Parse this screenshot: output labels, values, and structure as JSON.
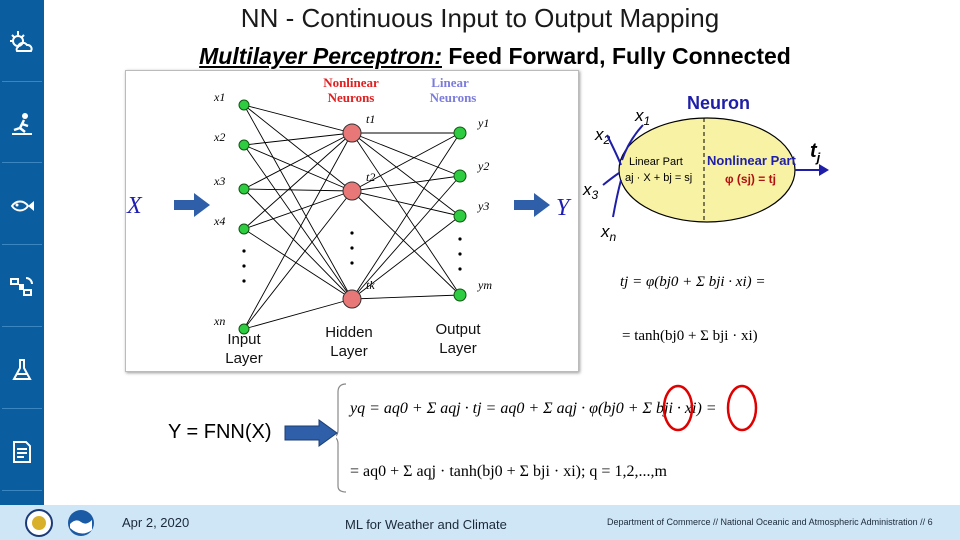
{
  "slide": {
    "title": "NN - Continuous Input to Output Mapping",
    "subtitle_part1": "Multilayer Perceptron:",
    "subtitle_part2": " Feed Forward, Fully Connected"
  },
  "sidebar": {
    "icons": [
      "sun-cloud-icon",
      "person-activity-icon",
      "fish-icon",
      "satellite-icon",
      "flask-icon",
      "document-icon"
    ]
  },
  "network": {
    "header_nonlinear": [
      "Nonlinear",
      "Neurons"
    ],
    "header_linear": [
      "Linear",
      "Neurons"
    ],
    "input_labels": [
      "x1",
      "x2",
      "x3",
      "x4",
      "xn"
    ],
    "hidden_labels": [
      "t1",
      "t2",
      "tk"
    ],
    "output_labels": [
      "y1",
      "y2",
      "y3",
      "ym"
    ],
    "input_layer_label": "Input\nLayer",
    "hidden_layer_label": "Hidden\nLayer",
    "output_layer_label": "Output\nLayer",
    "left_symbol": "X",
    "right_symbol": "Y",
    "colors": {
      "input_node": "#2ecc40",
      "hidden_node": "#e87878",
      "output_node": "#2ecc40",
      "arrow": "#2e5fa8",
      "header": "#e02020",
      "header_linear": "#7b7bdc"
    }
  },
  "neuron": {
    "title": "Neuron",
    "inputs": [
      "x1",
      "x2",
      "x3",
      "xn"
    ],
    "linear_title": "Linear Part",
    "linear_formula": "aj · X + bj = sj",
    "nonlinear_title": "Nonlinear Part",
    "nonlinear_formula": "φ (sj) = tj",
    "output": "tj",
    "fill": "#f7f2a4"
  },
  "equations": {
    "eq1a": "tj = φ(bj0 + Σ bji · xi) =",
    "eq1b": "= tanh(bj0 + Σ bji · xi)",
    "eq2a": "yq = aq0 + Σ aqj · tj = aq0 + Σ aqj · φ(bj0 + Σ bji · xi) =",
    "eq2b": "= aq0 + Σ aqj · tanh(bj0 + Σ bji · xi);   q = 1,2,...,m",
    "fnn_label": "Y = FNN(X)"
  },
  "footer": {
    "date": "Apr 2, 2020",
    "center": "ML for Weather and Climate",
    "right": "Department of Commerce // National Oceanic and Atmospheric Administration // 6"
  }
}
